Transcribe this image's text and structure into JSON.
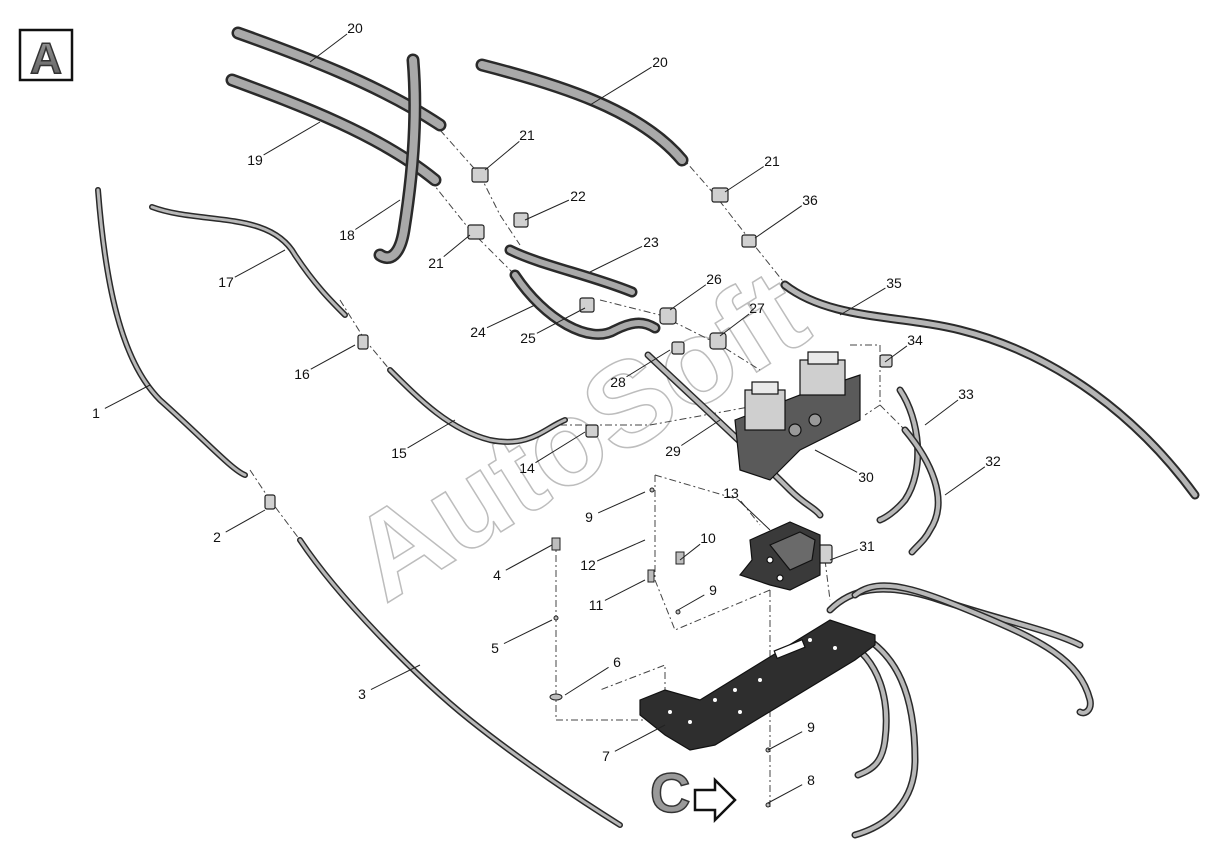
{
  "corner_badge": "A",
  "view_marker": "C",
  "watermark": "AutoSoft",
  "callouts": [
    "20",
    "20",
    "19",
    "18",
    "21",
    "21",
    "21",
    "22",
    "23",
    "36",
    "35",
    "17",
    "16",
    "1",
    "2",
    "3",
    "15",
    "14",
    "24",
    "25",
    "26",
    "27",
    "28",
    "29",
    "30",
    "34",
    "33",
    "32",
    "13",
    "9",
    "9",
    "9",
    "12",
    "11",
    "10",
    "4",
    "5",
    "6",
    "7",
    "8",
    "31"
  ]
}
